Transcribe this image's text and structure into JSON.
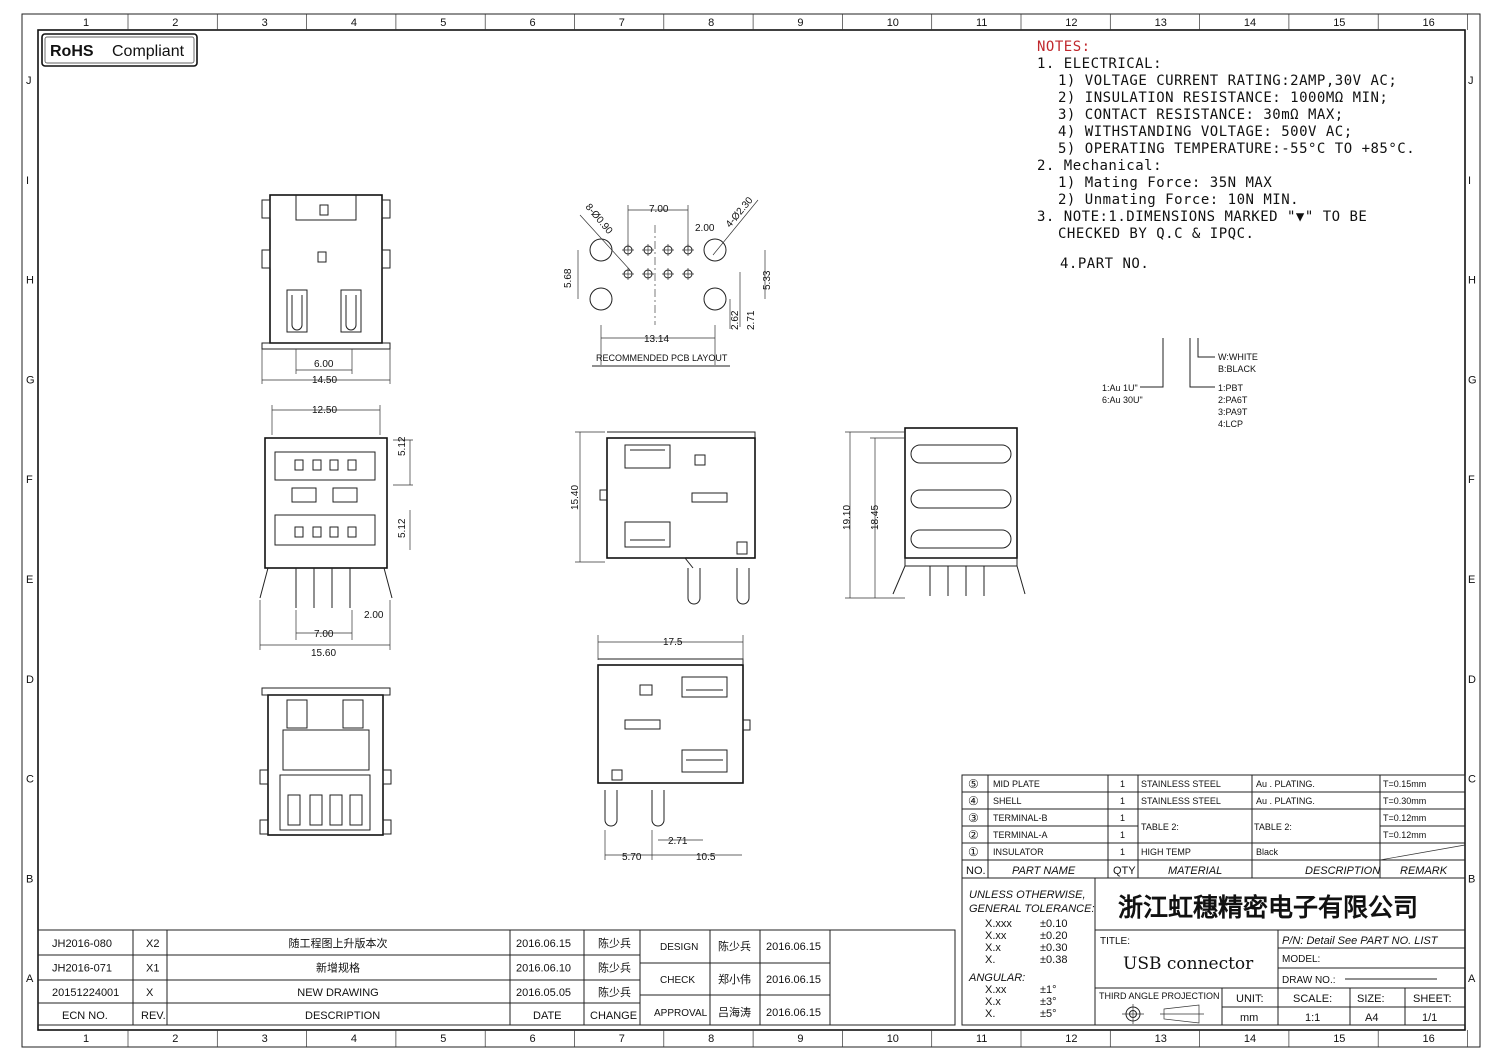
{
  "frame": {
    "columns": [
      "1",
      "2",
      "3",
      "4",
      "5",
      "6",
      "7",
      "8",
      "9",
      "10",
      "11",
      "12",
      "13",
      "14",
      "15",
      "16"
    ],
    "rows": [
      "J",
      "I",
      "H",
      "G",
      "F",
      "E",
      "D",
      "C",
      "B",
      "A"
    ]
  },
  "badge": {
    "rohs": "RoHS",
    "compliant": "Compliant"
  },
  "notes": {
    "heading": "NOTES:",
    "electrical": "1. ELECTRICAL:",
    "e1": "1) VOLTAGE CURRENT RATING:2AMP,30V AC;",
    "e2": "2) INSULATION RESISTANCE: 1000MΩ MIN;",
    "e3": "3) CONTACT RESISTANCE: 30mΩ MAX;",
    "e4": "4) WITHSTANDING VOLTAGE: 500V AC;",
    "e5": "5) OPERATING TEMPERATURE:-55°C TO +85°C.",
    "mechanical": "2. Mechanical:",
    "m1": "1) Mating Force:  35N MAX",
    "m2": "2) Unmating Force:  10N MIN.",
    "n3a": "3. NOTE:1.DIMENSIONS MARKED \"▼\" TO BE",
    "n3b": "CHECKED BY Q.C & IPQC.",
    "n4": "4.PART NO."
  },
  "part_no_legend": {
    "plating": [
      "1:Au 1U\"",
      "6:Au 30U\""
    ],
    "color": [
      "W:WHITE",
      "B:BLACK"
    ],
    "material": [
      "1:PBT",
      "2:PA6T",
      "3:PA9T",
      "4:LCP"
    ]
  },
  "pcb_layout": {
    "caption": "RECOMMENDED PCB LAYOUT",
    "dims": {
      "pitch_outer": "7.00",
      "pitch": "2.00",
      "holes_small": "8-Ø0.90",
      "holes_large": "4-Ø2.30",
      "left_v": "5.68",
      "right_v": "5.33",
      "h1": "2.62",
      "h2": "2.71",
      "width": "13.14"
    }
  },
  "views": {
    "top": {
      "d1": "6.00",
      "d2": "14.50"
    },
    "front": {
      "d1": "12.50",
      "d2": "5.12",
      "d3": "5.12",
      "d4": "2.00",
      "d5": "7.00",
      "d6": "15.60"
    },
    "side": {
      "d1": "15.40"
    },
    "back": {
      "d1": "19.10",
      "d2": "18.45"
    },
    "bottom_side": {
      "d1": "17.5",
      "d2": "2.71",
      "d3": "5.70",
      "d4": "10.5"
    }
  },
  "bom": {
    "headers": [
      "NO.",
      "PART NAME",
      "QTY",
      "MATERIAL",
      "DESCRIPTION",
      "REMARK"
    ],
    "rows": [
      {
        "no": "⑤",
        "name": "MID PLATE",
        "qty": "1",
        "material": "STAINLESS STEEL",
        "desc": "Au . PLATING.",
        "remark": "T=0.15mm"
      },
      {
        "no": "④",
        "name": "SHELL",
        "qty": "1",
        "material": "STAINLESS STEEL",
        "desc": "Au . PLATING.",
        "remark": "T=0.30mm"
      },
      {
        "no": "③",
        "name": "TERMINAL-B",
        "qty": "1",
        "material": "TABLE 2:",
        "desc": "TABLE 2:",
        "remark": "T=0.12mm"
      },
      {
        "no": "②",
        "name": "TERMINAL-A",
        "qty": "1",
        "material": "",
        "desc": "",
        "remark": "T=0.12mm"
      },
      {
        "no": "①",
        "name": "INSULATOR",
        "qty": "1",
        "material": "HIGH TEMP",
        "desc": "Black",
        "remark": ""
      }
    ]
  },
  "tolerance": {
    "l1": "UNLESS OTHERWISE,",
    "l2": "GENERAL TOLERANCE:",
    "linear": [
      [
        "X.xxx",
        "±0.10"
      ],
      [
        "X.xx",
        "±0.20"
      ],
      [
        "X.x",
        "±0.30"
      ],
      [
        "X.",
        "±0.38"
      ]
    ],
    "angular_label": "ANGULAR:",
    "angular": [
      [
        "X.xx",
        "±1°"
      ],
      [
        "X.x",
        "±3°"
      ],
      [
        "X.",
        "±5°"
      ]
    ]
  },
  "title_block": {
    "company": "浙江虹穗精密电子有限公司",
    "title_label": "TITLE:",
    "title": "USB connector",
    "pn": "P/N: Detail See PART NO. LIST",
    "model": "MODEL:",
    "draw_no": "DRAW NO.:",
    "projection": "THIRD ANGLE PROJECTION",
    "unit_label": "UNIT:",
    "unit": "mm",
    "scale_label": "SCALE:",
    "scale": "1:1",
    "size_label": "SIZE:",
    "size": "A4",
    "sheet_label": "SHEET:",
    "sheet": "1/1"
  },
  "revisions": {
    "headers": [
      "ECN NO.",
      "REV.",
      "DESCRIPTION",
      "DATE",
      "CHANGE"
    ],
    "rows": [
      {
        "ecn": "JH2016-080",
        "rev": "X2",
        "desc": "随工程图上升版本次",
        "date": "2016.06.15",
        "by": "陈少兵"
      },
      {
        "ecn": "JH2016-071",
        "rev": "X1",
        "desc": "新增规格",
        "date": "2016.06.10",
        "by": "陈少兵"
      },
      {
        "ecn": "20151224001",
        "rev": "X",
        "desc": "NEW DRAWING",
        "date": "2016.05.05",
        "by": "陈少兵"
      }
    ]
  },
  "signoff": [
    {
      "role": "DESIGN",
      "name": "陈少兵",
      "date": "2016.06.15"
    },
    {
      "role": "CHECK",
      "name": "郑小伟",
      "date": "2016.06.15"
    },
    {
      "role": "APPROVAL",
      "name": "吕海涛",
      "date": "2016.06.15"
    }
  ]
}
